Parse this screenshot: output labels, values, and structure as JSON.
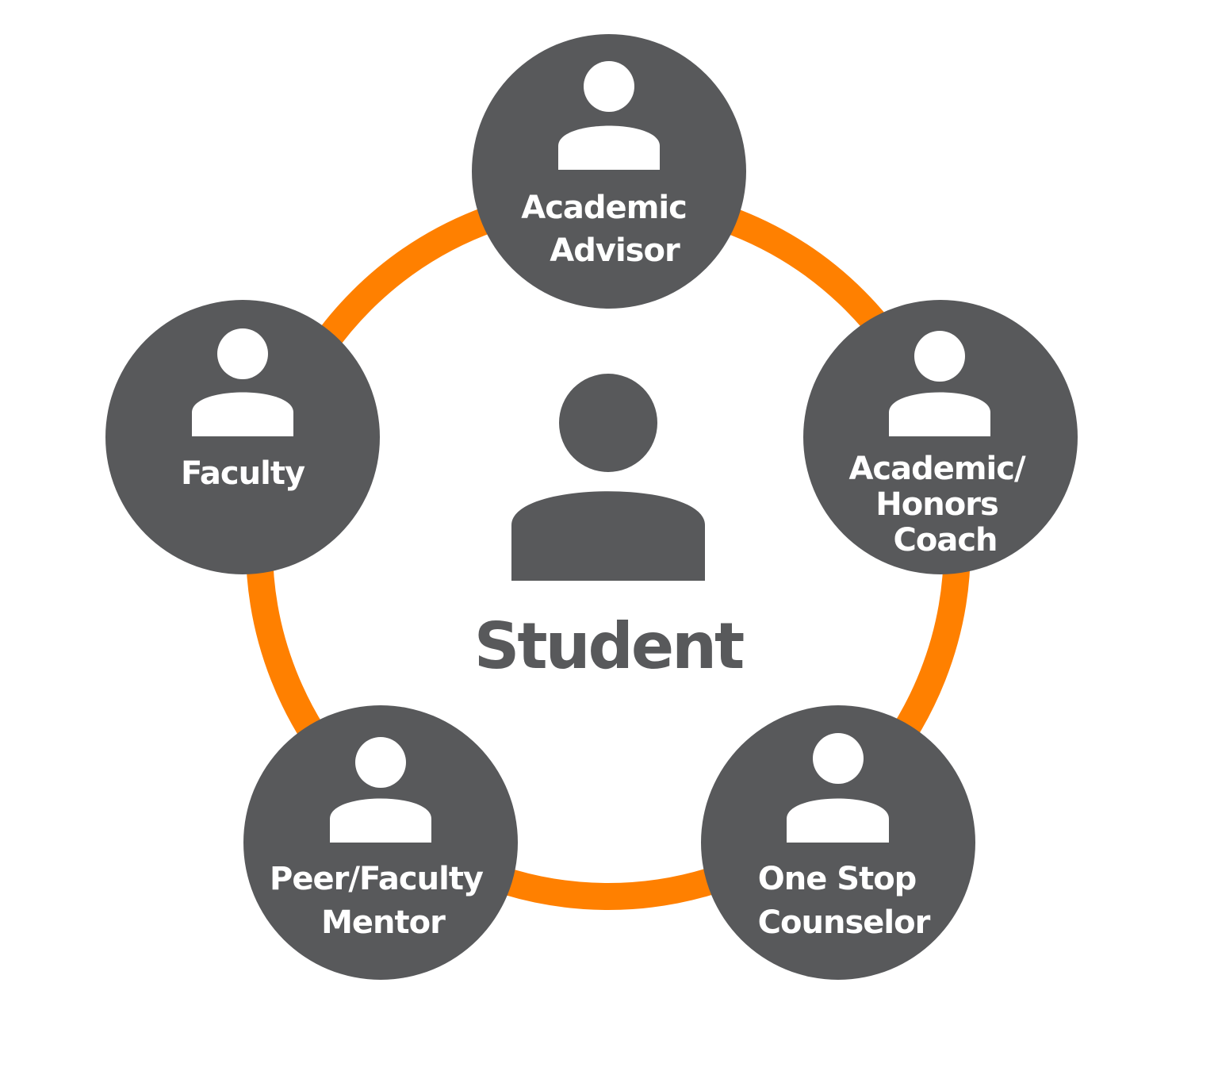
{
  "colors": {
    "ring": "#ff8000",
    "node": "#58595b",
    "icon_on_node": "#ffffff",
    "center": "#58595b",
    "background": "#ffffff"
  },
  "center": {
    "label": "Student",
    "icon": "person-icon"
  },
  "nodes": [
    {
      "id": "academic-advisor",
      "lines": [
        "Academic",
        "Advisor"
      ],
      "icon": "person-icon"
    },
    {
      "id": "academic-honors-coach",
      "lines": [
        "Academic/",
        "Honors",
        "Coach"
      ],
      "icon": "person-icon"
    },
    {
      "id": "one-stop-counselor",
      "lines": [
        "One Stop",
        "Counselor"
      ],
      "icon": "person-icon"
    },
    {
      "id": "peer-faculty-mentor",
      "lines": [
        "Peer/Faculty",
        "Mentor"
      ],
      "icon": "person-icon"
    },
    {
      "id": "faculty",
      "lines": [
        "Faculty"
      ],
      "icon": "person-icon"
    }
  ]
}
